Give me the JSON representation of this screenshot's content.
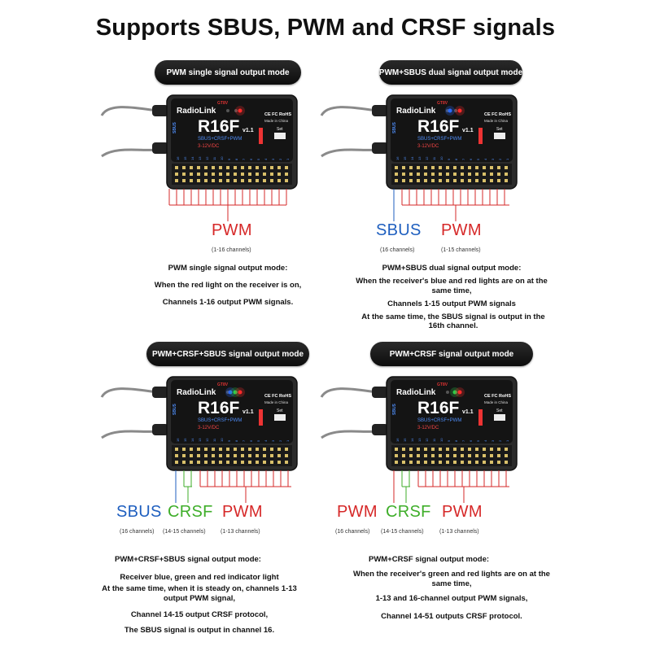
{
  "page_title": "Supports SBUS, PWM and CRSF signals",
  "device": {
    "brand": "RadioLink",
    "model": "R16F",
    "version": "v1.1",
    "protocols": "SBUS+CRSF+PWM",
    "voltage": "3-12V/DC",
    "made_in": "Made in China",
    "cert": "CE FC RoHS",
    "set_label": "Set",
    "top_mark": "GT8V",
    "side_mark": "SBUS"
  },
  "panels": [
    {
      "mode_title": "PWM single signal output mode",
      "leds": [
        "red"
      ],
      "signals": [
        {
          "name": "PWM",
          "channels": "(1-16 channels)"
        }
      ],
      "desc": [
        "PWM single signal output mode:",
        "When the red light on the receiver is on,",
        "Channels 1-16 output PWM signals."
      ]
    },
    {
      "mode_title": "PWM+SBUS dual signal output mode",
      "leds": [
        "blue",
        "red"
      ],
      "signals": [
        {
          "name": "SBUS",
          "channels": "(16 channels)"
        },
        {
          "name": "PWM",
          "channels": "(1-15 channels)"
        }
      ],
      "desc": [
        "PWM+SBUS dual signal output mode:",
        "When the receiver's blue and red lights are on at the same time,",
        "Channels 1-15 output PWM signals",
        "At the same time, the SBUS signal is output in the 16th channel."
      ]
    },
    {
      "mode_title": "PWM+CRSF+SBUS signal output mode",
      "leds": [
        "blue",
        "green",
        "red"
      ],
      "signals": [
        {
          "name": "SBUS",
          "channels": "(16 channels)"
        },
        {
          "name": "CRSF",
          "channels": "(14-15 channels)"
        },
        {
          "name": "PWM",
          "channels": "(1-13 channels)"
        }
      ],
      "desc": [
        "PWM+CRSF+SBUS signal output mode:",
        "Receiver blue, green and red indicator light",
        "At the same time, when it is steady on, channels 1-13 output PWM signal,",
        "Channel 14-15 output CRSF protocol,",
        "The SBUS signal is output in channel 16."
      ]
    },
    {
      "mode_title": "PWM+CRSF signal output mode",
      "leds": [
        "green",
        "red"
      ],
      "signals": [
        {
          "name": "PWM",
          "channels": "(16 channels)"
        },
        {
          "name": "CRSF",
          "channels": "(14-15 channels)"
        },
        {
          "name": "PWM",
          "channels": "(1-13 channels)"
        }
      ],
      "desc": [
        "PWM+CRSF signal output mode:",
        "When the receiver's green and red lights are on at the same time,",
        "1-13 and 16-channel output PWM signals,",
        "Channel 14-51 outputs CRSF protocol."
      ]
    }
  ],
  "colors": {
    "pwm": "#d62828",
    "sbus": "#1f5fbf",
    "crsf": "#3fae2a",
    "led_red": "#ff2a2a",
    "led_blue": "#2a6bff",
    "led_green": "#2ad14a"
  }
}
